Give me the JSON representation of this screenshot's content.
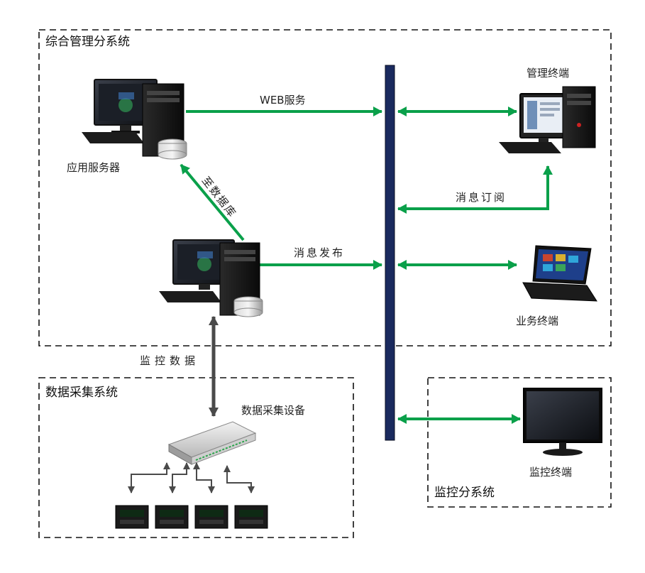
{
  "subsystems": {
    "management": "综合管理分系统",
    "collection": "数据采集系统",
    "monitoring": "监控分系统"
  },
  "nodes": {
    "app_server": "应用服务器",
    "mgmt_terminal": "管理终端",
    "business_terminal": "业务终端",
    "monitor_terminal": "监控终端",
    "collector": "数据采集设备"
  },
  "flows": {
    "web_service": "WEB服务",
    "to_database": "至数据库",
    "subscribe": "消息订阅",
    "publish": "消息发布",
    "monitor_data": "监控数据"
  },
  "colors": {
    "green_arrow": "#0aa04a",
    "gray_arrow": "#4a4a4a",
    "bus": "#1a2a5e",
    "dashed_border": "#111111"
  },
  "icons": [
    "desktop-computer-icon",
    "laptop-icon",
    "monitor-icon",
    "data-collector-icon",
    "sensor-meter-icon"
  ]
}
